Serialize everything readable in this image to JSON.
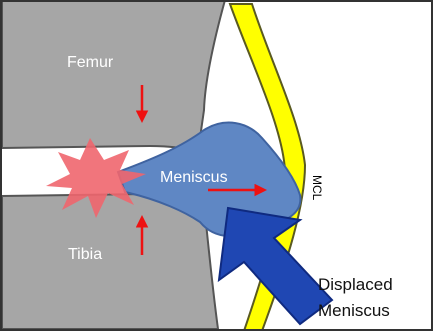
{
  "labels": {
    "femur": "Femur",
    "tibia": "Tibia",
    "meniscus": "Meniscus",
    "mcl": "MCL",
    "displaced_line1": "Displaced",
    "displaced_line2": "Meniscus"
  },
  "colors": {
    "bone": "#a6a6a6",
    "bone_outline": "#555555",
    "meniscus": "#5f87c4",
    "meniscus_outline": "#3f63a0",
    "ligament": "#ffff00",
    "ligament_outline": "#5a5a20",
    "impact_star": "#f0666e",
    "force_arrow": "#ee1111",
    "displacement_arrow": "#1f47b3",
    "displacement_arrow_outline": "#0f2a80",
    "frame_border": "#333333"
  },
  "icons": {
    "impact": "impact-starburst-icon",
    "compression_down": "arrow-down-icon",
    "compression_up": "arrow-up-icon",
    "meniscus_push": "arrow-right-icon",
    "displacement": "big-arrow-icon"
  }
}
